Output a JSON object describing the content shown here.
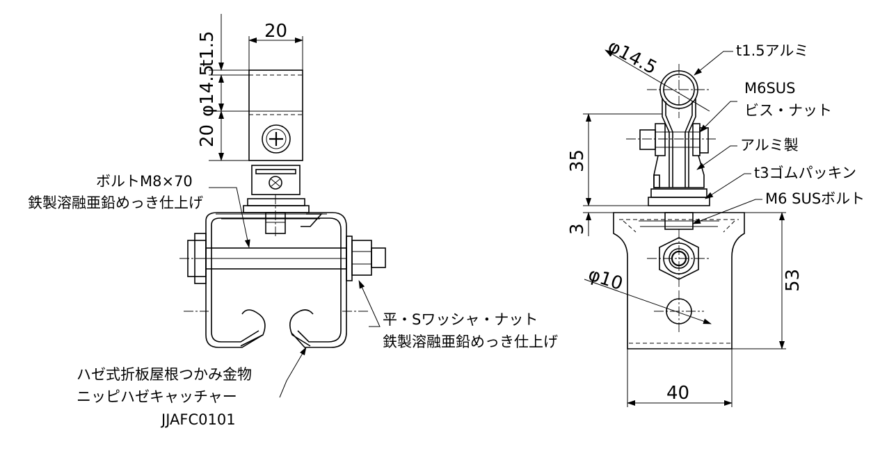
{
  "dimensions": {
    "width_top": "20",
    "t15": "t1.5",
    "dia145_side": "φ14.5",
    "h20": "20",
    "dia145_front": "φ14.5",
    "h35": "35",
    "h3": "3",
    "dia10": "φ10",
    "h53": "53",
    "w40": "40"
  },
  "labels": {
    "bolt_line1": "ボルトM8×70",
    "bolt_line2": "鉄製溶融亜鉛めっき仕上げ",
    "washer_line1": "平・Sワッシャ・ナット",
    "washer_line2": "鉄製溶融亜鉛めっき仕上げ",
    "product_line1": "ハゼ式折板屋根つかみ金物",
    "product_line2": "ニッピハゼキャッチャー",
    "product_code": "JJAFC0101",
    "alu_t15": "t1.5アルミ",
    "m6sus": "M6SUS",
    "screw_nut": "ビス・ナット",
    "alu_made": "アルミ製",
    "rubber": "t3ゴムパッキン",
    "m6bolt": "M6 SUSボルト"
  }
}
